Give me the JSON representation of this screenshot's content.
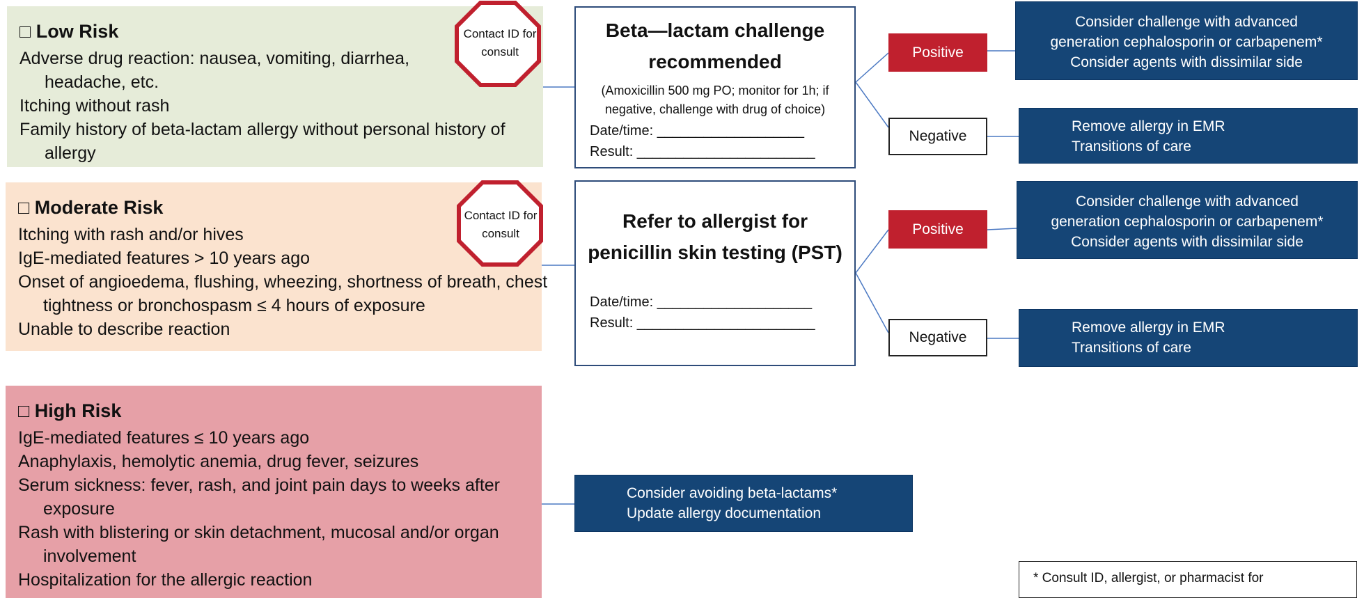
{
  "low": {
    "title": "□ Low Risk",
    "items": [
      "Adverse drug reaction: nausea, vomiting, diarrhea, headache, etc.",
      "Itching without rash",
      "Family history of beta-lactam allergy without personal history of allergy"
    ],
    "stop_label": "Contact ID for consult"
  },
  "moderate": {
    "title": "□ Moderate Risk",
    "items": [
      "Itching with rash and/or hives",
      "IgE-mediated features > 10 years ago",
      "Onset of angioedema, flushing, wheezing, shortness of breath, chest tightness or bronchospasm ≤ 4 hours of exposure",
      "Unable to describe reaction"
    ],
    "stop_label": "Contact ID for consult"
  },
  "high": {
    "title": "□ High Risk",
    "items": [
      "IgE-mediated features ≤ 10 years ago",
      "Anaphylaxis, hemolytic anemia, drug fever, seizures",
      "Serum sickness: fever, rash, and joint pain days to weeks after exposure",
      "Rash with blistering or skin detachment, mucosal and/or organ involvement",
      "Hospitalization for the allergic reaction"
    ]
  },
  "challenge": {
    "title": "Beta—lactam challenge recommended",
    "note": "(Amoxicillin 500 mg PO; monitor for 1h; if negative, challenge with drug of choice)",
    "date_line": "Date/time: ___________________",
    "result_line": "Result:  _______________________"
  },
  "refer": {
    "title": "Refer to allergist for penicillin skin testing (PST)",
    "date_line": "Date/time: ____________________",
    "result_line": "Result:  _______________________"
  },
  "outcomes": {
    "positive": "Positive",
    "negative": "Negative"
  },
  "actions": {
    "positive": [
      "Consider challenge with advanced",
      "generation cephalosporin or carbapenem*",
      "Consider agents with dissimilar side"
    ],
    "negative": [
      "Remove allergy in EMR",
      "Transitions of care"
    ],
    "high": [
      "Consider avoiding beta-lactams*",
      "Update allergy documentation"
    ]
  },
  "footnote": "* Consult ID, allergist, or pharmacist for",
  "colors": {
    "low_bg": "#e6ecd9",
    "moderate_bg": "#fbe3cf",
    "high_bg": "#e6a0a7",
    "stop_sign": "#c0202e",
    "positive": "#c0202e",
    "action_box": "#154576",
    "connector": "#4a78c2"
  }
}
